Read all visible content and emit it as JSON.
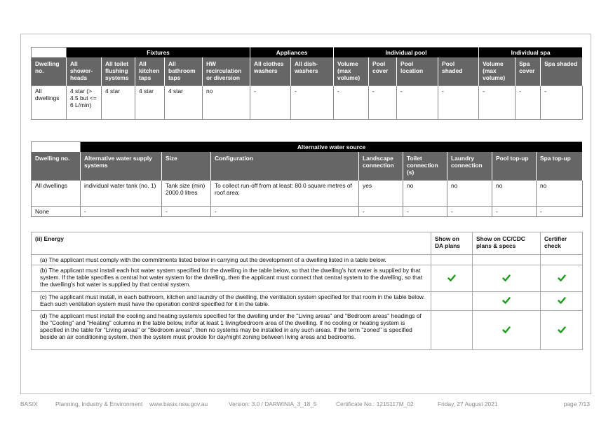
{
  "fixtures_table": {
    "group_headers": [
      "Fixtures",
      "Appliances",
      "Individual pool",
      "Individual spa"
    ],
    "columns": [
      "Dwelling no.",
      "All shower-heads",
      "All toilet flushing systems",
      "All kitchen taps",
      "All bathroom taps",
      "HW recirculation or diversion",
      "All clothes washers",
      "All dish-washers",
      "Volume (max volume)",
      "Pool cover",
      "Pool location",
      "Pool shaded",
      "Volume (max volume)",
      "Spa cover",
      "Spa shaded"
    ],
    "rows": [
      [
        "All dwellings",
        "4 star (> 4.5 but <= 6 L/min)",
        "4 star",
        "4 star",
        "4 star",
        "no",
        "-",
        "-",
        "-",
        "-",
        "-",
        "-",
        "-",
        "-",
        "-"
      ]
    ]
  },
  "water_table": {
    "group_header": "Alternative water source",
    "columns": [
      "Dwelling no.",
      "Alternative water supply systems",
      "Size",
      "Configuration",
      "Landscape connection",
      "Toilet connection (s)",
      "Laundry connection",
      "Pool top-up",
      "Spa top-up"
    ],
    "rows": [
      [
        "All dwellings",
        "individual water tank (no. 1)",
        "Tank size (min) 2000.0 litres",
        "To collect run-off from at least: 80.0 square metres of roof area;",
        "yes",
        "no",
        "no",
        "no",
        "no"
      ],
      [
        "None",
        "-",
        "-",
        "-",
        "-",
        "-",
        "-",
        "-",
        "-"
      ]
    ]
  },
  "energy_table": {
    "title": "(ii) Energy",
    "col_da": "Show on DA plans",
    "col_cc": "Show on CC/CDC plans & specs",
    "col_cert": "Certifier check",
    "items": [
      {
        "text": "(a) The applicant must comply with the commitments listed below in carrying out the development of a dwelling listed in a table below.",
        "da": false,
        "cc": false,
        "cert": false
      },
      {
        "text": "(b) The applicant must install each hot water system specified for the dwelling in the table below, so that the dwelling's hot water is supplied by that system. If the table specifies a central hot water system for the dwelling, then the applicant must connect that central system to the dwelling, so that the dwelling's hot water is supplied by that central system.",
        "da": true,
        "cc": true,
        "cert": true
      },
      {
        "text": "(c) The applicant must install, in each bathroom, kitchen and laundry of the dwelling, the ventilation system specified for that room in the table below. Each such ventilation system must have the operation control specified for it in the table.",
        "da": false,
        "cc": true,
        "cert": true
      },
      {
        "text": "(d) The applicant must install the cooling and heating system/s specified for the dwelling under the \"Living areas\" and \"Bedroom areas\" headings of the \"Cooling\" and \"Heating\" columns in the table below, in/for at least 1 living/bedroom area of the dwelling. If no cooling or heating system is specified in the table for \"Living areas\" or \"Bedroom areas\", then no systems may be installed in any such areas. If the term \"zoned\" is specified beside an air conditioning system, then the system must provide for day/night zoning between living areas and bedrooms.",
        "da": false,
        "cc": true,
        "cert": true
      }
    ],
    "tick_color": "#1a9e1a"
  },
  "footer": {
    "brand": "BASIX",
    "dept": "Planning, Industry & Environment",
    "url": "www.basix.nsw.gov.au",
    "version": "Version: 3.0 / DARWINIA_3_18_5",
    "certificate": "Certificate No.: 1215117M_02",
    "date": "Friday, 27 August 2021",
    "page": "page 7/13"
  }
}
